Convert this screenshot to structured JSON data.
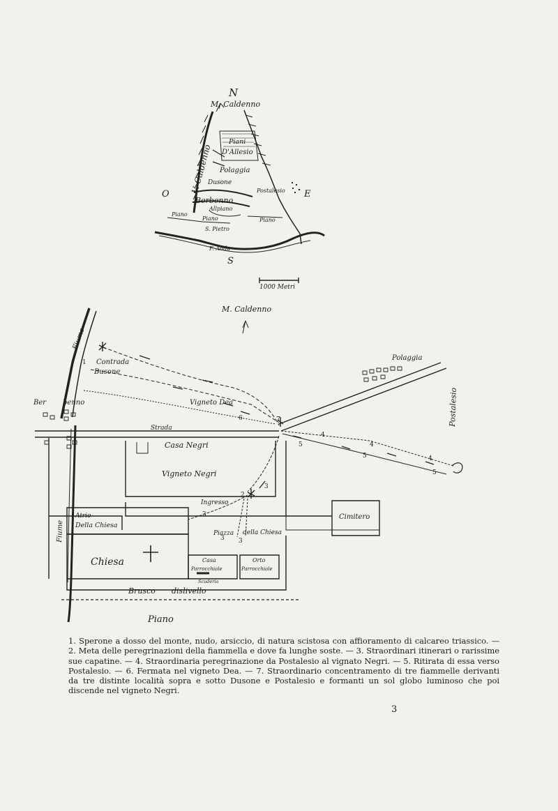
{
  "top_map": {
    "compass": {
      "north": "N",
      "south": "S",
      "east": "E",
      "west": "O"
    },
    "labels": {
      "monte": "M. Caldenno",
      "valle": "V. Caldenno",
      "piani_line1": "Piani",
      "piani_line2": "D'Allesio",
      "polaggia": "Polaggia",
      "dusone": "Dusone",
      "postalesio": "Postalesio",
      "berbenno": "Berbenno",
      "alpiano": "Allpiano",
      "piano_w": "Piano",
      "piano_c": "Piano",
      "piano_e": "Piano",
      "spietro": "S. Pietro",
      "adda": "F. Adda"
    },
    "scale_label": "1000 Metri"
  },
  "bottom_map": {
    "labels": {
      "monte": "M. Caldenno",
      "fiume_top": "Fiume",
      "contrada": "Contrada",
      "busone": "Busone",
      "polaggia": "Polaggia",
      "berbenno_1": "Ber",
      "berbenno_2": "benno",
      "vigneto_dea": "Vigneto Dea",
      "strada": "Strada",
      "postalesio": "Postalesio",
      "casa_negri": "Casa Negri",
      "vigneto_negri": "Vigneto Negri",
      "ingresso": "Ingresso",
      "cimitero": "Cimitero",
      "atrio_1": "Atrio",
      "atrio_2": "Della Chiesa",
      "fiume_bottom": "Fiume",
      "piazza_1": "Piazza",
      "piazza_2": "della Chiesa",
      "chiesa": "Chiesa",
      "casa_par_1": "Casa",
      "casa_par_2": "Parrocchiale",
      "orto_1": "Orto",
      "orto_2": "Parrocchiale",
      "scuderia": "Scuderia",
      "brusco": "Brusco",
      "dislivello": "dislivello",
      "piano": "Piano"
    },
    "numbers": {
      "n1": "1",
      "n2": "2",
      "n3a": "3",
      "n3b": "3",
      "n3c": "3",
      "n3d": "3",
      "n4a": "4",
      "n4b": "4",
      "n4c": "4",
      "n5a": "5",
      "n5b": "5",
      "n5c": "5",
      "n6": "6",
      "n7": "7"
    }
  },
  "caption": {
    "text": "1. Sperone a dosso del monte, nudo, arsiccio, di natura scistosa con affioramento di calcareo triassico. — 2. Meta delle peregrinazioni della fiammella e dove fa lunghe soste. — 3. Straordinari itinerari o rarissime sue capatine. — 4. Straordinaria peregrinazione da Postalesio al vignato Negri. — 5. Ritirata di essa verso Postalesio. — 6. Fermata nel vigneto Dea. — 7. Straordinario concentramento di tre fiammelle derivanti da tre distinte località sopra e sotto Dusone e Postalesio e formanti un sol globo luminoso che poi discende nel vigneto Negri."
  },
  "page_number": "3",
  "colors": {
    "ink": "#222222",
    "paper": "#f3f1ec"
  }
}
